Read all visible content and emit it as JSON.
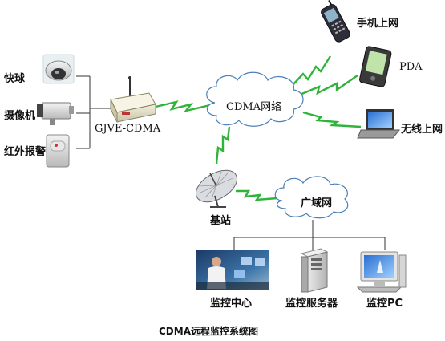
{
  "diagram": {
    "caption": "CDMA远程监控系统图",
    "devices_left": {
      "dome_camera": "快球",
      "box_camera": "摄像机",
      "infrared_alarm": "红外报警"
    },
    "modem": "GJVE-CDMA",
    "cdma_cloud": "CDMA网络",
    "wan_cloud": "广域网",
    "base_station": "基站",
    "mobile_phone": "手机上网",
    "pda": "PDA",
    "wireless_laptop": "无线上网",
    "monitor_center": "监控中心",
    "monitor_server": "监控服务器",
    "monitor_pc": "监控PC"
  },
  "colors": {
    "wireless_link": "#2fb33a",
    "wire": "#333333",
    "cloud_fill": "#ffffff",
    "cloud_stroke": "#4a7fb8"
  }
}
